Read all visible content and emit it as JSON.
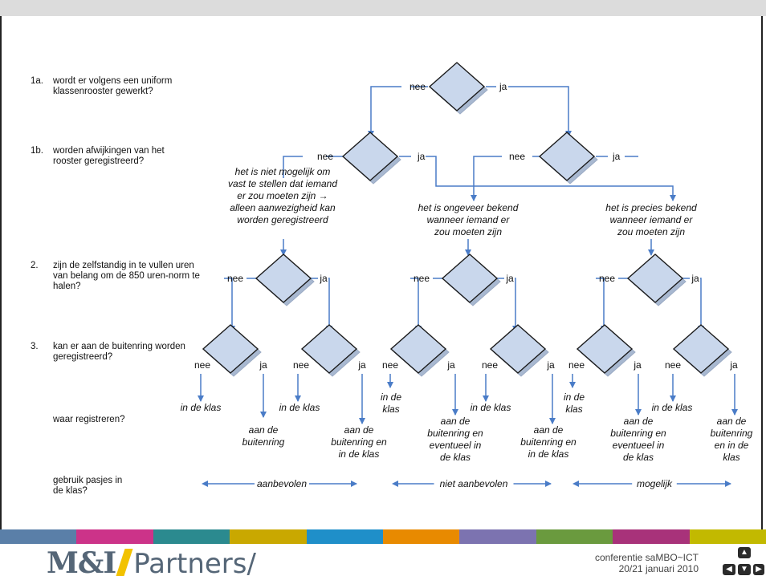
{
  "questions": [
    {
      "num": "1a.",
      "text": "wordt er volgens een uniform klassenrooster gewerkt?"
    },
    {
      "num": "1b.",
      "text": "worden afwijkingen van het rooster geregistreerd?"
    },
    {
      "num": "2.",
      "text": "zijn de zelfstandig in te vullen uren van belang om de 850 uren-norm te halen?"
    },
    {
      "num": "3.",
      "text": "kan er aan de buitenring worden geregistreerd?"
    },
    {
      "num": "",
      "text": "waar registreren?"
    },
    {
      "num": "",
      "text": "gebruik pasjes in de klas?"
    }
  ],
  "labels": {
    "nee": "nee",
    "ja": "ja"
  },
  "notes": [
    [
      "het is niet mogelijk om",
      "vast te stellen dat iemand",
      "er zou moeten zijn →",
      "alleen aanwezigheid kan",
      "worden geregistreerd"
    ],
    [
      "het is ongeveer bekend",
      "wanneer iemand er",
      "zou moeten zijn"
    ],
    [
      "het is precies bekend",
      "wanneer iemand er",
      "zou moeten zijn"
    ]
  ],
  "outcomes": [
    [
      "in de klas"
    ],
    [
      "aan de",
      "buitenring"
    ],
    [
      "in de klas"
    ],
    [
      "aan de",
      "buitenring en",
      "in de klas"
    ],
    [
      "in de",
      "klas"
    ],
    [
      "aan de",
      "buitenring en",
      "eventueel in",
      "de klas"
    ],
    [
      "in de klas"
    ],
    [
      "aan de",
      "buitenring en",
      "in de klas"
    ],
    [
      "in de",
      "klas"
    ],
    [
      "aan de",
      "buitenring en",
      "eventueel in",
      "de klas"
    ],
    [
      "in de klas"
    ],
    [
      "aan de",
      "buitenring",
      "en in de",
      "klas"
    ]
  ],
  "pass_labels": [
    "aanbevolen",
    "niet aanbevolen",
    "mogelijk"
  ],
  "footer": {
    "line1": "conferentie saMBO~ICT",
    "line2": "20/21 januari 2010"
  },
  "logo": {
    "left": "M&I",
    "right": "Partners/"
  },
  "colors": {
    "arrow": "#4a7cc7",
    "diamond_fill": "#c9d7ec",
    "diamond_stroke": "#1a1a1a",
    "bar": [
      "#5a7fa8",
      "#cc3389",
      "#2b8a8f",
      "#c9a800",
      "#1f8fc9",
      "#e88a00",
      "#7c73b0",
      "#6a9a3e",
      "#a8327a",
      "#c2b900"
    ]
  }
}
